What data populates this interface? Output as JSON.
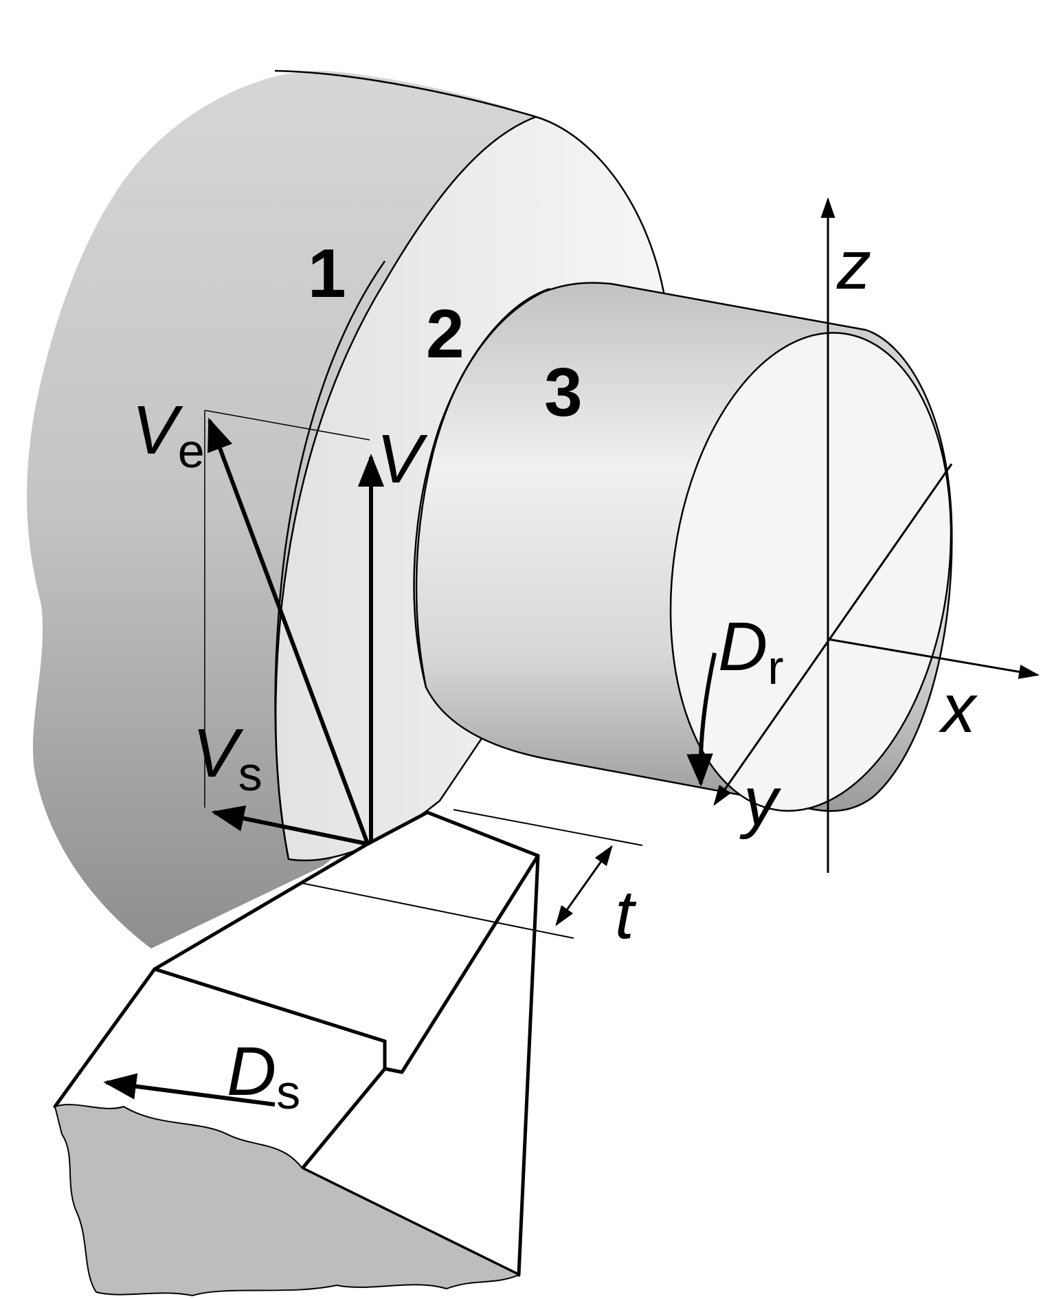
{
  "surface_numbers": {
    "one": "1",
    "two": "2",
    "three": "3"
  },
  "velocity_labels": {
    "effective": {
      "main": "V",
      "sub": "e"
    },
    "cutting": {
      "main": "V"
    },
    "feed": {
      "main": "V",
      "sub": "s"
    }
  },
  "motion_labels": {
    "rotation": {
      "main": "D",
      "sub": "r"
    },
    "tool_feed": {
      "main": "D",
      "sub": "s"
    }
  },
  "depth_label": "t",
  "axis_labels": {
    "z": "z",
    "x": "x",
    "y": "y"
  },
  "colors": {
    "workpiece_shade": "#b5b5b5",
    "workpiece_light": "#eeeeee",
    "cut_surface": "#f7f7f7",
    "stroke": "#000000",
    "tool_face": "#ffffff",
    "holder_break": "#bdbdbd"
  }
}
